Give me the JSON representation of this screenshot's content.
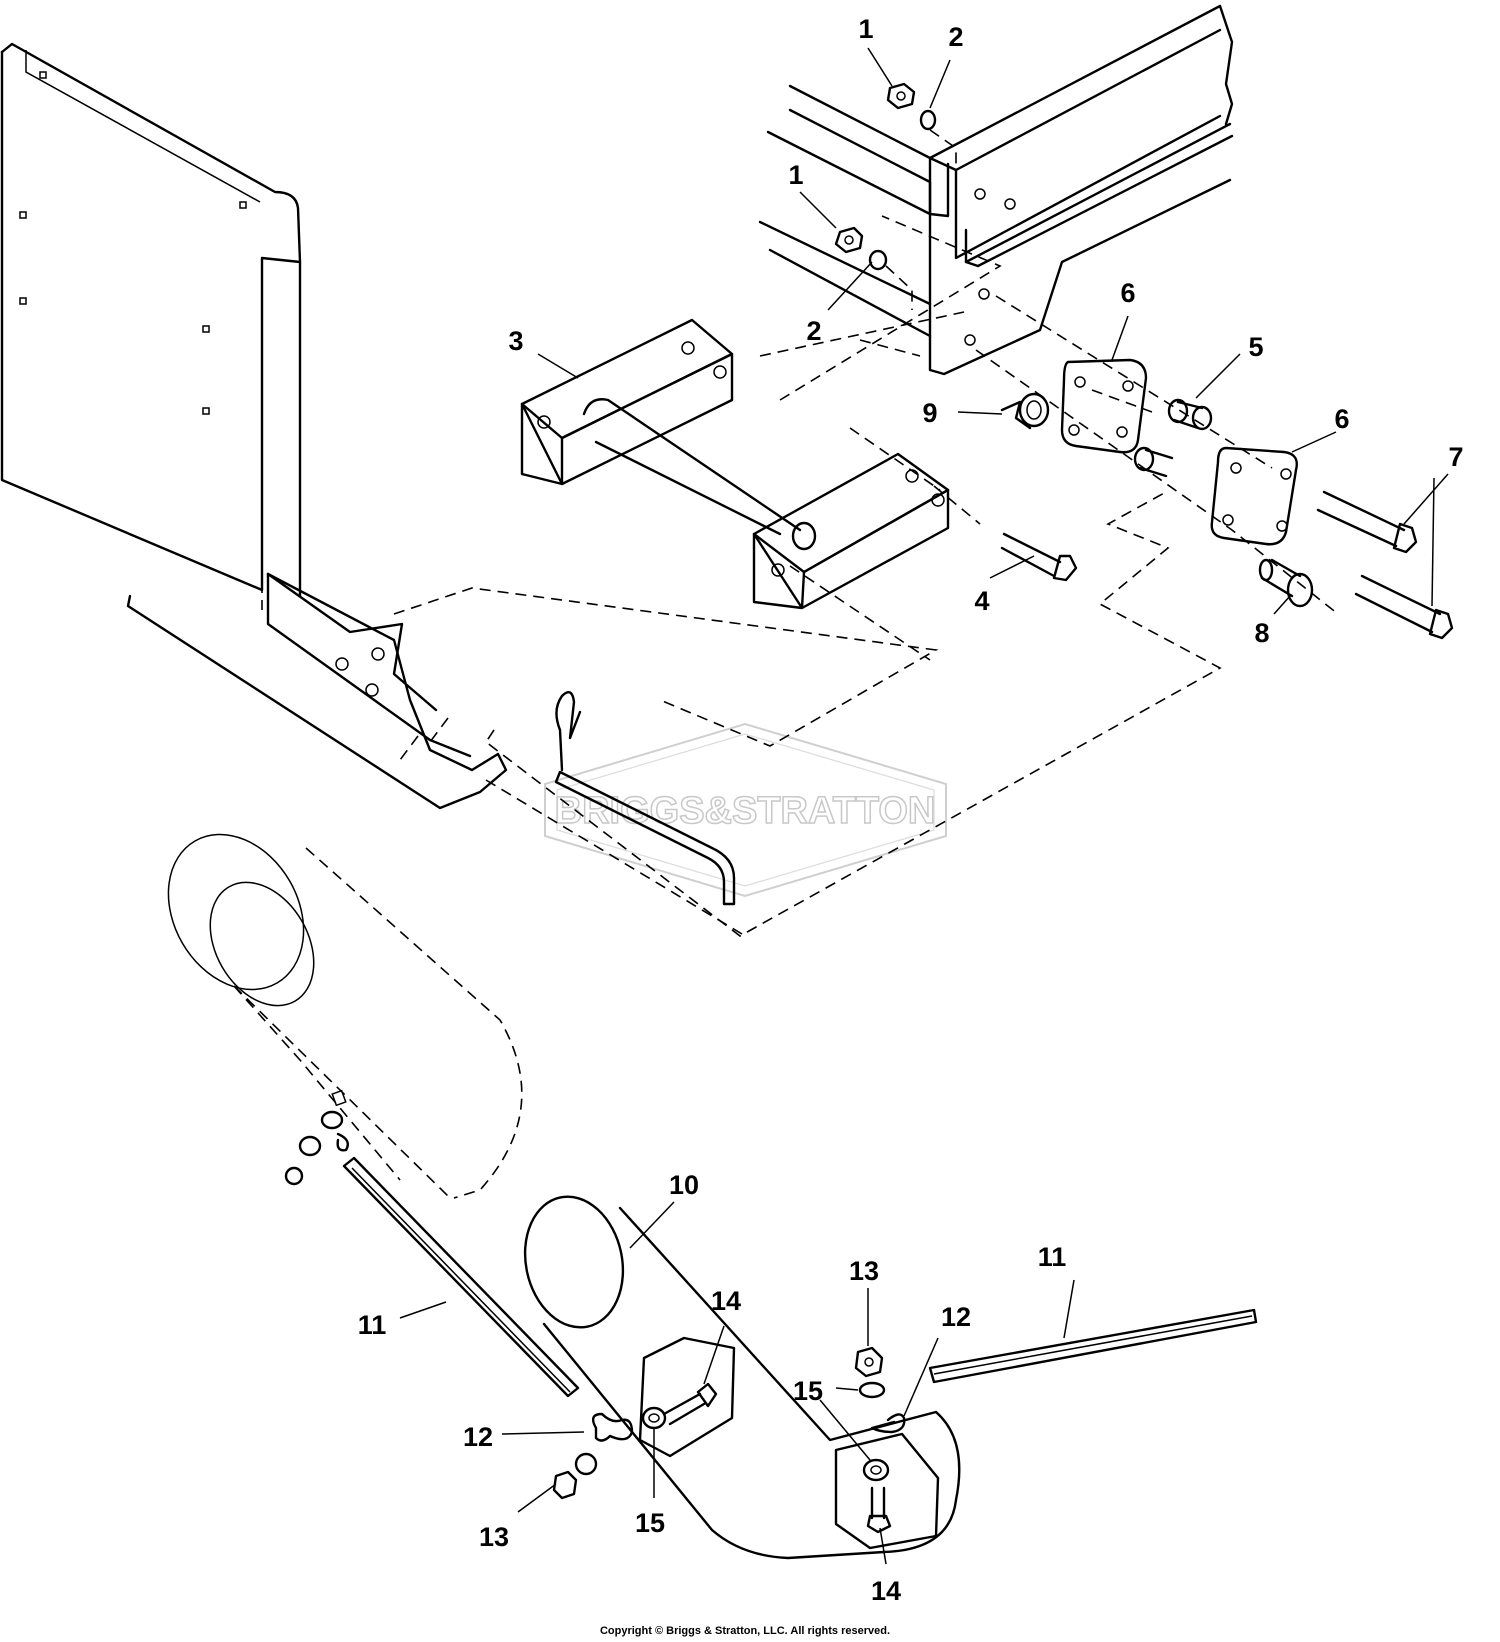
{
  "watermark": {
    "text": "BRIGGS&STRATTON"
  },
  "copyright": "Copyright © Briggs & Stratton, LLC. All rights reserved.",
  "callouts": [
    {
      "id": "c1a",
      "text": "1"
    },
    {
      "id": "c2a",
      "text": "2"
    },
    {
      "id": "c1b",
      "text": "1"
    },
    {
      "id": "c2b",
      "text": "2"
    },
    {
      "id": "c3",
      "text": "3"
    },
    {
      "id": "c4",
      "text": "4"
    },
    {
      "id": "c5",
      "text": "5"
    },
    {
      "id": "c6a",
      "text": "6"
    },
    {
      "id": "c6b",
      "text": "6"
    },
    {
      "id": "c7",
      "text": "7"
    },
    {
      "id": "c8",
      "text": "8"
    },
    {
      "id": "c9",
      "text": "9"
    },
    {
      "id": "c10",
      "text": "10"
    },
    {
      "id": "c11a",
      "text": "11"
    },
    {
      "id": "c11b",
      "text": "11"
    },
    {
      "id": "c12a",
      "text": "12"
    },
    {
      "id": "c12b",
      "text": "12"
    },
    {
      "id": "c13a",
      "text": "13"
    },
    {
      "id": "c13b",
      "text": "13"
    },
    {
      "id": "c14a",
      "text": "14"
    },
    {
      "id": "c14b",
      "text": "14"
    },
    {
      "id": "c15a",
      "text": "15"
    },
    {
      "id": "c15b",
      "text": "15"
    }
  ]
}
